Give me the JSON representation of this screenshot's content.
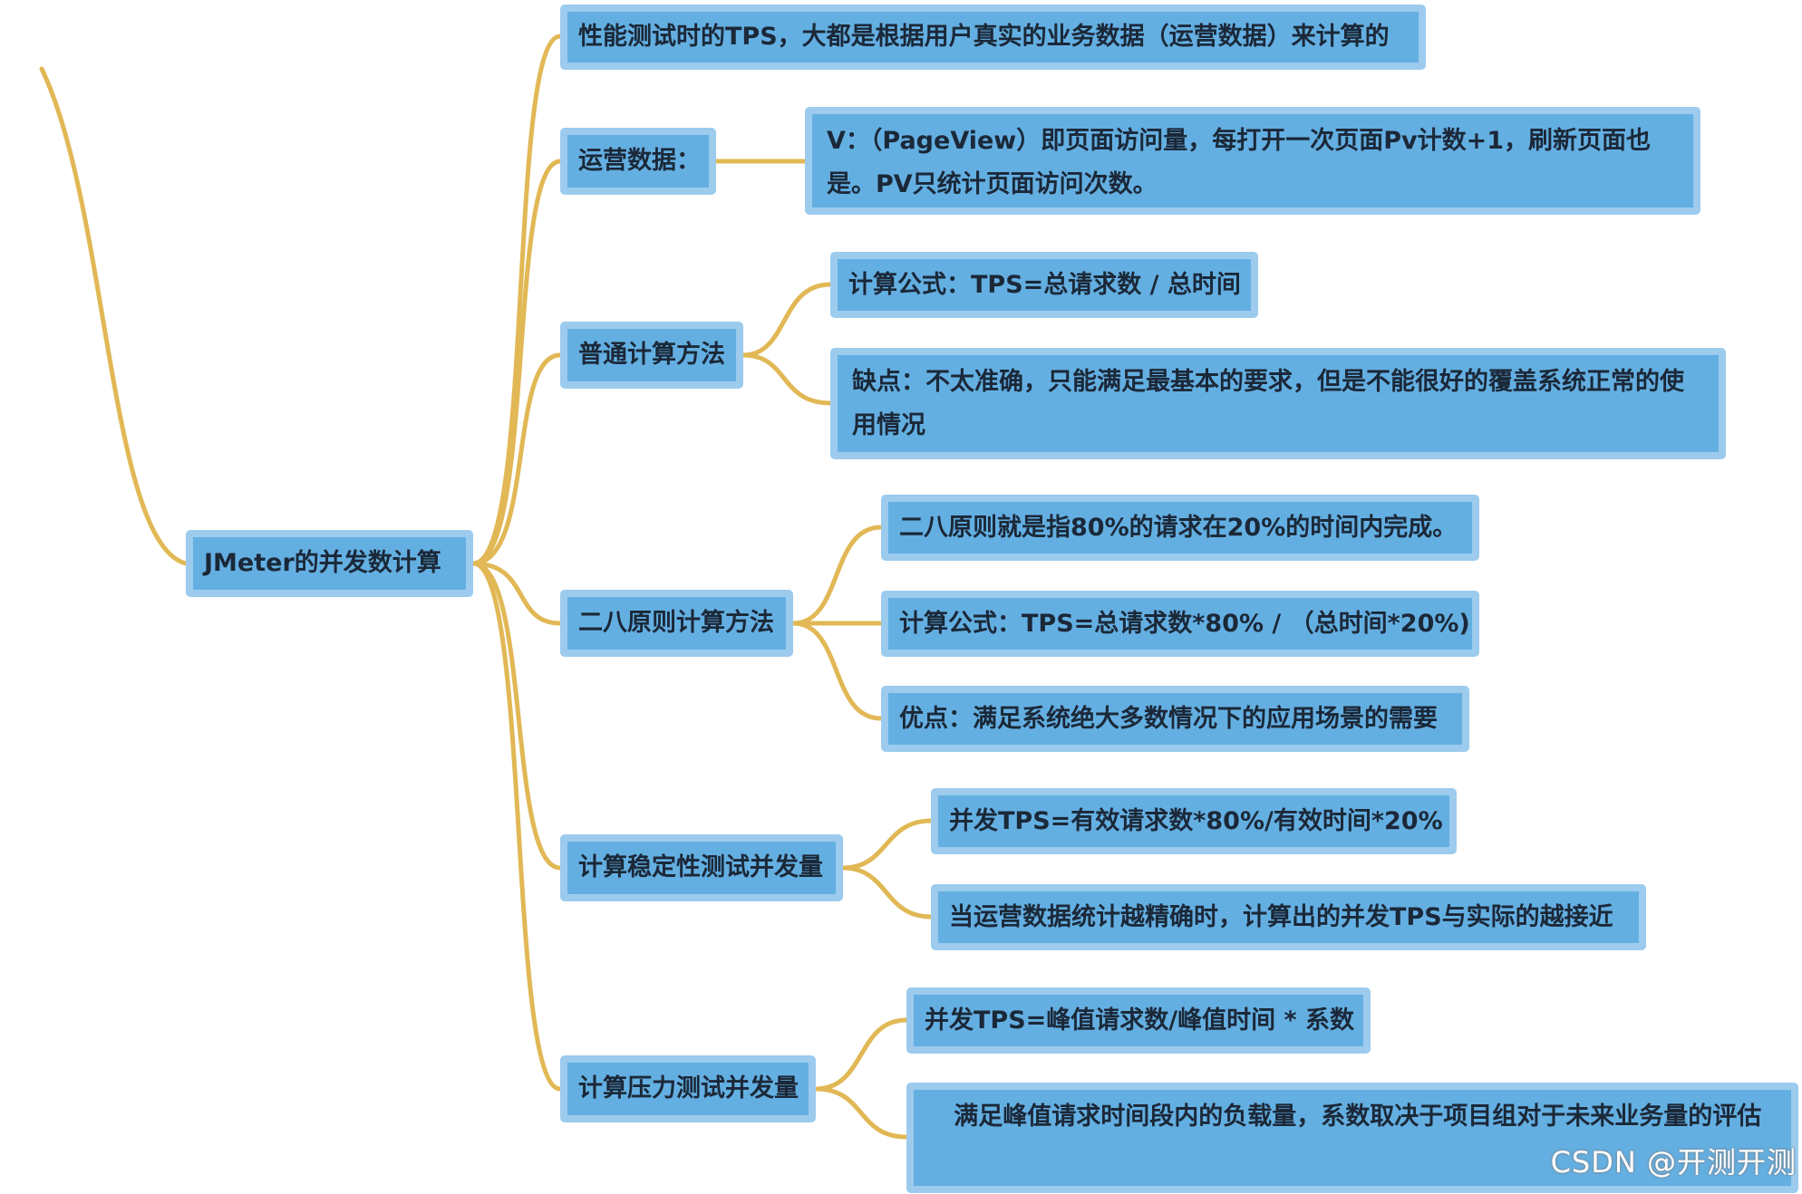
{
  "diagram": {
    "type": "mind-map",
    "root": {
      "label": "JMeter的并发数计算"
    },
    "branches": [
      {
        "label": "性能测试时的TPS，大都是根据用户真实的业务数据（运营数据）来计算的",
        "children": []
      },
      {
        "label": "运营数据：",
        "children": [
          {
            "label": "V：（PageView）即页面访问量，每打开一次页面Pv计数+1，刷新页面也是。PV只统计页面访问次数。"
          }
        ]
      },
      {
        "label": "普通计算方法",
        "children": [
          {
            "label": "计算公式：TPS=总请求数 / 总时间"
          },
          {
            "label": "缺点：不太准确，只能满足最基本的要求，但是不能很好的覆盖系统正常的使用情况"
          }
        ]
      },
      {
        "label": "二八原则计算方法",
        "children": [
          {
            "label": "二八原则就是指80%的请求在20%的时间内完成。"
          },
          {
            "label": "计算公式：TPS=总请求数*80% / （总时间*20%)"
          },
          {
            "label": "优点：满足系统绝大多数情况下的应用场景的需要"
          }
        ]
      },
      {
        "label": "计算稳定性测试并发量",
        "children": [
          {
            "label": "并发TPS=有效请求数*80%/有效时间*20%"
          },
          {
            "label": "当运营数据统计越精确时，计算出的并发TPS与实际的越接近"
          }
        ]
      },
      {
        "label": "计算压力测试并发量",
        "children": [
          {
            "label": "并发TPS=峰值请求数/峰值时间 * 系数"
          },
          {
            "label": "   满足峰值请求时间段内的负载量，系数取决于项目组对于未来业务量的评估"
          }
        ]
      }
    ],
    "colors": {
      "node_fill": "#64afe2",
      "node_border": "#9ccbee",
      "node_text": "#1b2838",
      "connector": "#e1b855"
    }
  },
  "watermark": "CSDN @开测开测"
}
